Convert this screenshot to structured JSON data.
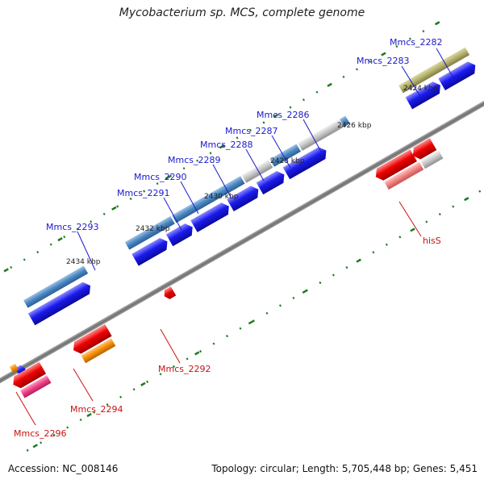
{
  "title": "Mycobacterium sp. MCS, complete genome",
  "footer": {
    "accession": "Accession: NC_008146",
    "summary": "Topology: circular; Length: 5,705,448 bp; Genes: 5,451"
  },
  "colors": {
    "forward_cds": "#1a1aee",
    "forward_steelblue": "#4a85c0",
    "forward_gray": "#c4c4c4",
    "forward_olive": "#b3b06c",
    "reverse_red": "#ee0000",
    "reverse_orange": "#f58c00",
    "reverse_pink": "#ee3f86",
    "reverse_lightred": "#f08080",
    "backbone": "#7a7a7a",
    "tick": "#1e7a1e",
    "forward_label": "#1a1acc",
    "reverse_label": "#cc1111"
  },
  "scale_labels": [
    "2424 kbp",
    "2426 kbp",
    "2428 kbp",
    "2430 kbp",
    "2432 kbp",
    "2434 kbp"
  ],
  "forward_genes": [
    "Mmcs_2282",
    "Mmcs_2283",
    "Mmcs_2286",
    "Mmcs_2287",
    "Mmcs_2288",
    "Mmcs_2289",
    "Mmcs_2290",
    "Mmcs_2291",
    "Mmcs_2293"
  ],
  "reverse_genes": [
    "hisS",
    "Mmcs_2292",
    "Mmcs_2294",
    "Mmcs_2296"
  ]
}
